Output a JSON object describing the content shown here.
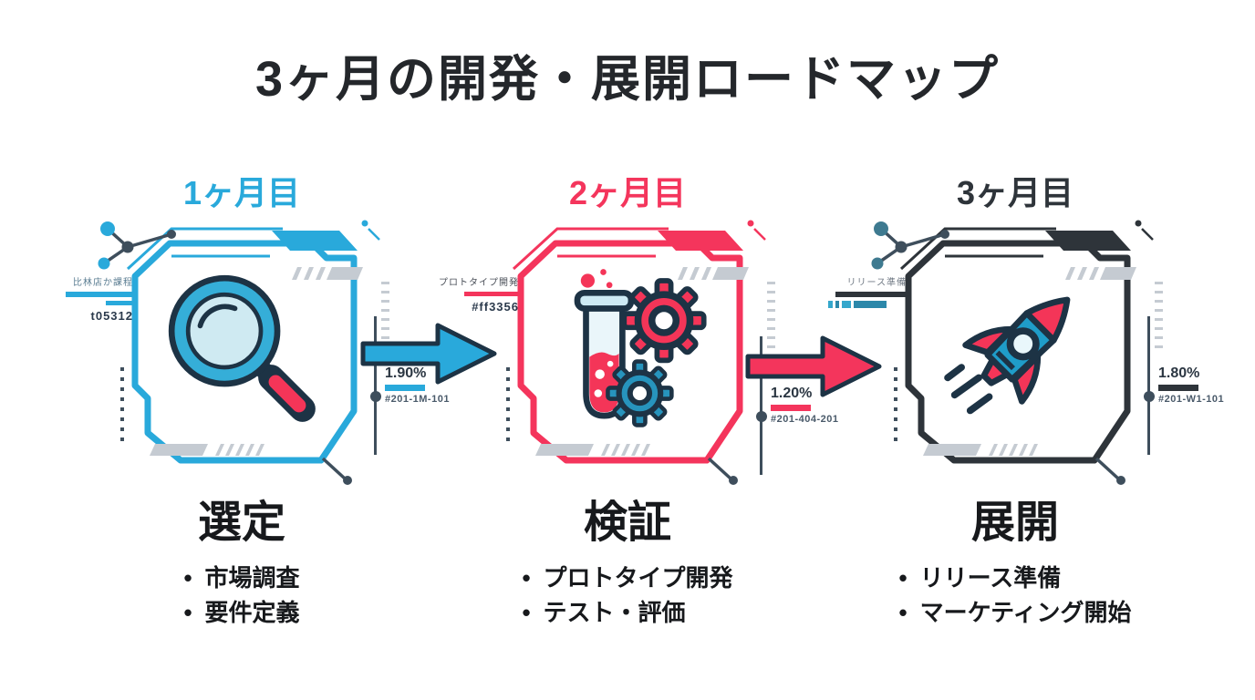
{
  "title": "3ヶ月の開発・展開ロードマップ",
  "ui": {
    "bullet_glyph": "•"
  },
  "colors": {
    "accent-cyan": "#29a9db",
    "accent-pink": "#f4355c",
    "accent-dark": "#2e343a",
    "outline": "#1d3345",
    "slate": "#3e4e5c",
    "gray": "#c5cbd2",
    "ink": "#17191c",
    "title-ink": "#24272b"
  },
  "phases": [
    {
      "month": "1ヶ月目",
      "name": "選定",
      "bullets": [
        "市場調査",
        "要件定義"
      ],
      "icon": "magnifier-icon",
      "accent": "#29a9db",
      "side_label": "比林店か課程",
      "side_code": "t05312",
      "metric_value": "1.90%",
      "metric_code": "#201-1M-101"
    },
    {
      "month": "2ヶ月目",
      "name": "検証",
      "bullets": [
        "プロトタイプ開発",
        "テスト・評価"
      ],
      "icon": "flask-gears-icon",
      "accent": "#f4355c",
      "side_label": "プロトタイプ開発",
      "side_code": "#ff3356",
      "metric_value": "1.20%",
      "metric_code": "#201-404-201"
    },
    {
      "month": "3ヶ月目",
      "name": "展開",
      "bullets": [
        "リリース準備",
        "マーケティング開始"
      ],
      "icon": "rocket-icon",
      "accent": "#2e343a",
      "side_label": "リリース準備",
      "side_code": "",
      "metric_value": "1.80%",
      "metric_code": "#201-W1-101"
    }
  ],
  "arrows": [
    {
      "icon": "arrow-right-icon",
      "color": "#29a9db"
    },
    {
      "icon": "arrow-right-icon",
      "color": "#f4355c"
    }
  ]
}
